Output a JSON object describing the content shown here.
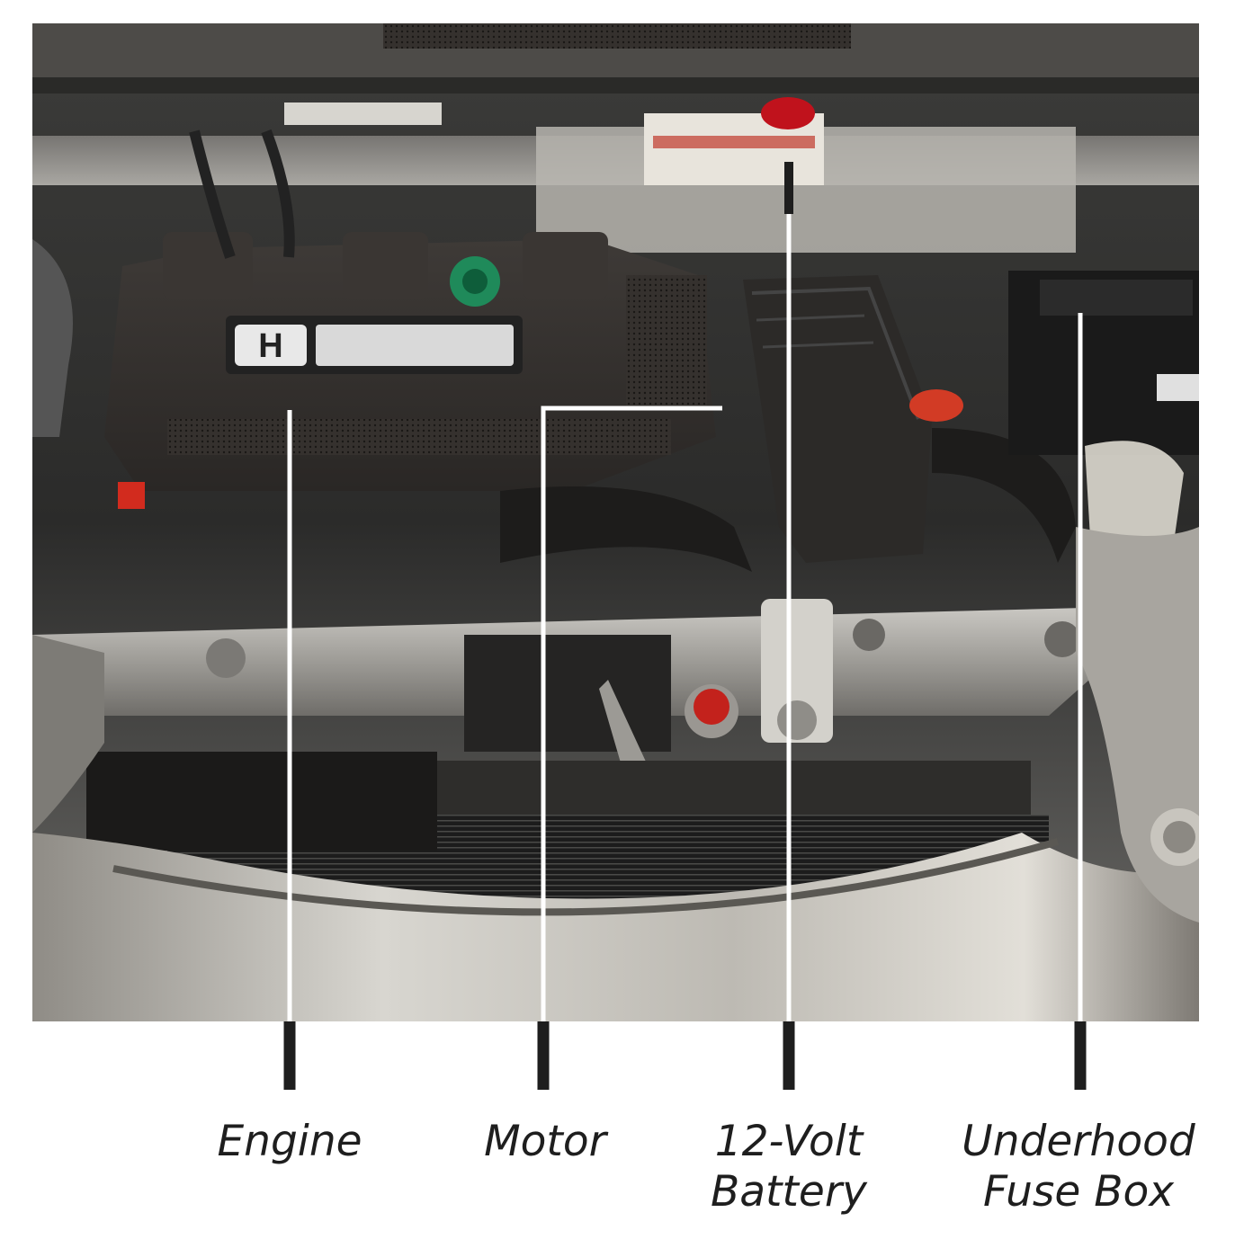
{
  "labels": {
    "engine": "Engine",
    "motor": "Motor",
    "battery_line1": "12-Volt",
    "battery_line2": "Battery",
    "fusebox_line1": "Underhood",
    "fusebox_line2": "Fuse Box"
  },
  "photo": {
    "logo_text": "H"
  }
}
